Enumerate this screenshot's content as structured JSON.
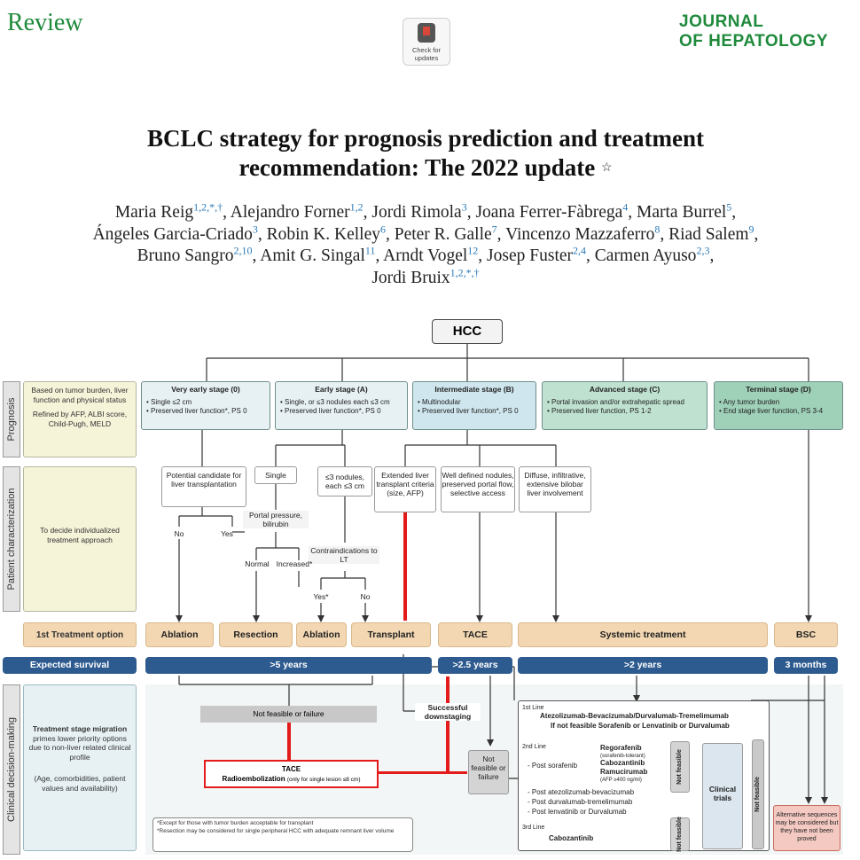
{
  "header": {
    "section": "Review",
    "badge": "Check for updates",
    "journal_line1": "JOURNAL",
    "journal_line2": "OF HEPATOLOGY"
  },
  "title": {
    "line1": "BCLC strategy for prognosis prediction and treatment",
    "line2": "recommendation: The 2022 update",
    "mark": "☆"
  },
  "authors": [
    {
      "name": "Maria Reig",
      "sup": "1,2,*,†"
    },
    {
      "name": "Alejandro Forner",
      "sup": "1,2"
    },
    {
      "name": "Jordi Rimola",
      "sup": "3"
    },
    {
      "name": "Joana Ferrer-Fàbrega",
      "sup": "4"
    },
    {
      "name": "Marta Burrel",
      "sup": "5"
    },
    {
      "name": "Ángeles Garcia-Criado",
      "sup": "3"
    },
    {
      "name": "Robin K. Kelley",
      "sup": "6"
    },
    {
      "name": "Peter R. Galle",
      "sup": "7"
    },
    {
      "name": "Vincenzo Mazzaferro",
      "sup": "8"
    },
    {
      "name": "Riad Salem",
      "sup": "9"
    },
    {
      "name": "Bruno Sangro",
      "sup": "2,10"
    },
    {
      "name": "Amit G. Singal",
      "sup": "11"
    },
    {
      "name": "Arndt Vogel",
      "sup": "12"
    },
    {
      "name": "Josep Fuster",
      "sup": "2,4"
    },
    {
      "name": "Carmen Ayuso",
      "sup": "2,3"
    },
    {
      "name": "Jordi Bruix",
      "sup": "1,2,*,†"
    }
  ],
  "diagram": {
    "root": "HCC",
    "side_labels": {
      "prognosis": "Prognosis",
      "patient": "Patient characterization",
      "clinical": "Clinical decision-making"
    },
    "left_boxes": {
      "prognosis_1": "Based on tumor burden, liver function and physical status",
      "prognosis_2": "Refined by AFP, ALBI score, Child-Pugh, MELD",
      "patient": "To decide individualized treatment approach",
      "treatment_option": "1st Treatment option",
      "expected_survival": "Expected survival",
      "migration_title": "Treatment stage migration",
      "migration_text": "primes lower priority options due to non-liver related clinical profile",
      "migration_note": "(Age, comorbidities, patient values and availability)"
    },
    "stages": [
      {
        "title": "Very early stage (0)",
        "l1": "• Single ≤2 cm",
        "l2": "• Preserved liver function*, PS 0"
      },
      {
        "title": "Early stage (A)",
        "l1": "• Single, or ≤3 nodules each ≤3 cm",
        "l2": "• Preserved liver function*, PS 0"
      },
      {
        "title": "Intermediate stage (B)",
        "l1": "• Multinodular",
        "l2": "• Preserved liver function*, PS 0"
      },
      {
        "title": "Advanced stage (C)",
        "l1": "• Portal invasion and/or extrahepatic spread",
        "l2": "• Preserved liver function, PS 1-2"
      },
      {
        "title": "Terminal stage (D)",
        "l1": "• Any tumor burden",
        "l2": "• End stage liver function, PS 3-4"
      }
    ],
    "patient": {
      "candidate": "Potential candidate for liver transplantation",
      "single": "Single",
      "nodules": "≤3 nodules, each ≤3 cm",
      "extended": "Extended liver transplant criteria (size, AFP)",
      "well_defined": "Well defined nodules, preserved portal flow, selective access",
      "diffuse": "Diffuse, infiltrative, extensive bilobar liver involvement",
      "portal": "Portal pressure, bilirubin",
      "contra": "Contraindications to LT",
      "no": "No",
      "yes": "Yes",
      "normal": "Normal",
      "increased": "Increased*",
      "yes2": "Yes*",
      "no2": "No"
    },
    "options": [
      "Ablation",
      "Resection",
      "Ablation",
      "Transplant",
      "TACE",
      "Systemic treatment",
      "BSC"
    ],
    "survival": [
      ">5 years",
      ">2.5 years",
      ">2 years",
      "3 months"
    ],
    "decision": {
      "not_feasible": "Not feasible or failure",
      "downstaging": "Successful downstaging",
      "tace": "TACE",
      "radio": "Radioembolization",
      "radio_note": "(only for single lesion ≤8 cm)",
      "nf_box": "Not feasible or failure",
      "first_line": "1st Line",
      "first_combo": "Atezolizumab-Bevacizumab/Durvalumab-Tremelimumab",
      "first_alt": "If not feasible Sorafenib or Lenvatinib or Durvalumab",
      "second_line": "2nd Line",
      "post_sorafenib": "- Post sorafenib",
      "rego": "Regorafenib",
      "rego_note": "(sorafenib-tolerant)",
      "cabo": "Cabozantinib",
      "ramu": "Ramucirumab",
      "ramu_note": "(AFP ≥400 ng/ml)",
      "post_atezo": "- Post atezolizumab-bevacizumab",
      "post_durva": "- Post durvalumab-tremelimumab",
      "post_lenva": "- Post lenvatinib or Durvalumab",
      "third_line": "3rd Line",
      "cabo3": "Cabozantinib",
      "not_feasible_v": "Not feasible",
      "trials": "Clinical trials",
      "not_feasible_v2": "Not feasible",
      "alternative": "Alternative sequences may be considered but they have not been proved",
      "note1": "*Except for those with tumor burden acceptable for transplant",
      "note2": "*Resection may be considered for single peripheral HCC with adequate remnant liver volume"
    },
    "colors": {
      "stage_light": "#e7f1f4",
      "stage_green": "#9fd0b8",
      "option_fill": "#f3d7b2",
      "survival_fill": "#2e5b8f",
      "red": "#e31b1b"
    }
  }
}
